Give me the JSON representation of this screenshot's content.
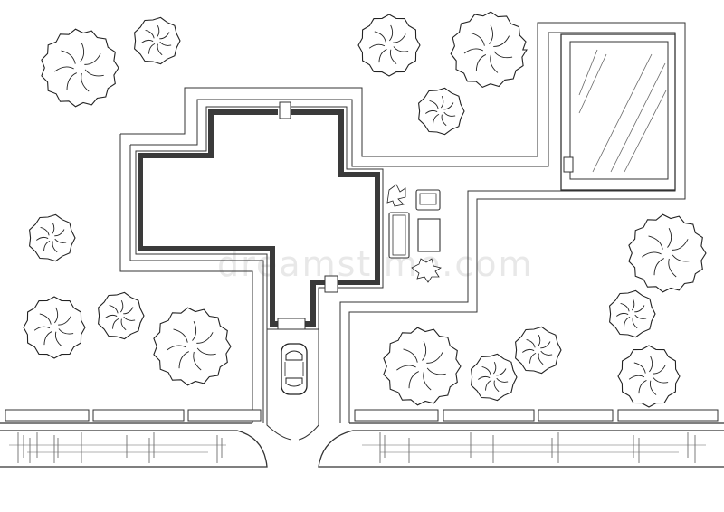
{
  "plan": {
    "title": "",
    "watermark": "dreamstime.com"
  },
  "trees": [
    {
      "id": "tree-1"
    },
    {
      "id": "tree-2"
    },
    {
      "id": "tree-3"
    },
    {
      "id": "tree-4"
    },
    {
      "id": "tree-5"
    },
    {
      "id": "tree-6"
    },
    {
      "id": "tree-7"
    },
    {
      "id": "tree-8"
    },
    {
      "id": "tree-9"
    },
    {
      "id": "tree-10"
    },
    {
      "id": "tree-11"
    },
    {
      "id": "tree-12"
    },
    {
      "id": "tree-13"
    },
    {
      "id": "tree-14"
    },
    {
      "id": "tree-15"
    },
    {
      "id": "tree-16"
    },
    {
      "id": "tree-17"
    }
  ],
  "icons": {
    "car": "car-icon",
    "pool": "pool-icon",
    "sofa": "sofa-icon",
    "armchair": "armchair-icon",
    "table": "coffee-table-icon",
    "plants": "plant-icon"
  }
}
